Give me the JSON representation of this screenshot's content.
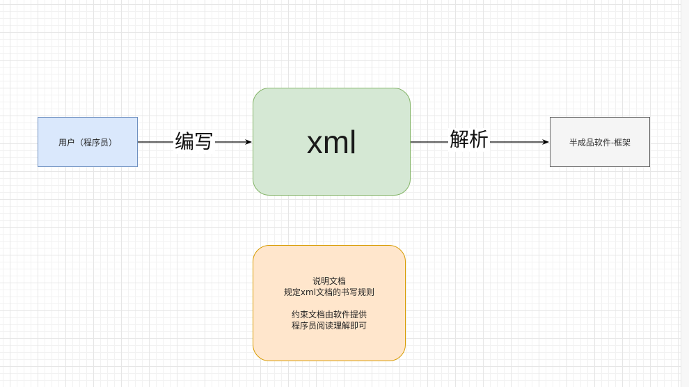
{
  "diagram": {
    "nodes": {
      "user": {
        "label": "用户（程序员）"
      },
      "xml": {
        "label": "xml"
      },
      "framework": {
        "label": "半成品软件-框架"
      },
      "note": {
        "lines": [
          "说明文档",
          "规定xml文档的书写规则",
          "",
          "约束文档由软件提供",
          "程序员阅读理解即可"
        ]
      }
    },
    "edges": {
      "write": {
        "label": "编写"
      },
      "parse": {
        "label": "解析"
      }
    }
  },
  "colors": {
    "user_fill": "#dae8fc",
    "user_stroke": "#6c8ebf",
    "xml_fill": "#d5e8d4",
    "xml_stroke": "#82b366",
    "framework_fill": "#f5f5f5",
    "framework_stroke": "#666666",
    "note_fill": "#ffe6cc",
    "note_stroke": "#d79b00"
  }
}
